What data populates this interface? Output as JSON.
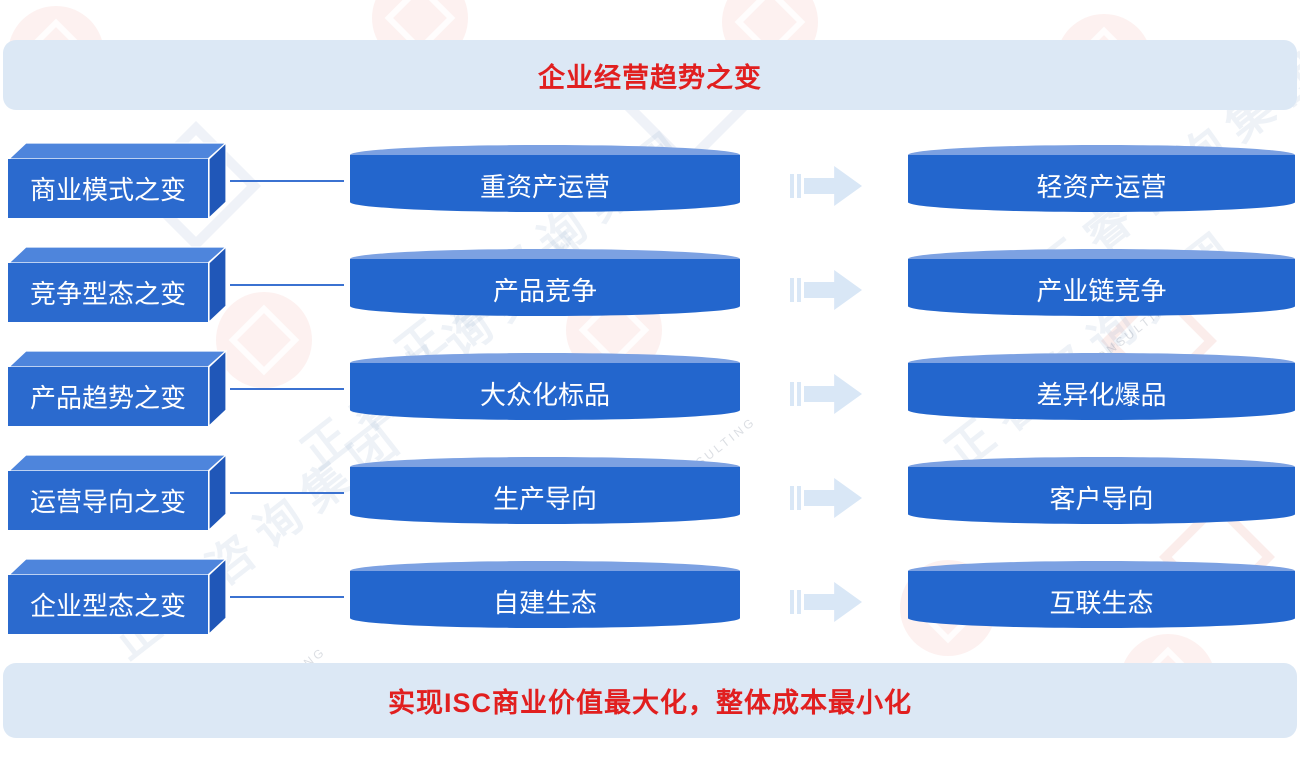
{
  "header": {
    "title": "企业经营趋势之变"
  },
  "footer": {
    "text": "实现ISC商业价值最大化，整体成本最小化"
  },
  "rows": [
    {
      "topic": "商业模式之变",
      "from": "重资产运营",
      "to": "轻资产运营"
    },
    {
      "topic": "竞争型态之变",
      "from": "产品竞争",
      "to": "产业链竞争"
    },
    {
      "topic": "产品趋势之变",
      "from": "大众化标品",
      "to": "差异化爆品"
    },
    {
      "topic": "运营导向之变",
      "from": "生产导向",
      "to": "客户导向"
    },
    {
      "topic": "企业型态之变",
      "from": "自建生态",
      "to": "互联生态"
    }
  ],
  "watermark": {
    "logo_text": "正睿咨询集团",
    "sub_text": "WE CONSULTING"
  },
  "colors": {
    "banner_bg": "#dce8f5",
    "title_red": "#e11f1f",
    "box_front": "#2b6ace",
    "box_top": "#4e85dc",
    "box_side": "#2057b8",
    "cylinder_top": "#7ca1e2",
    "cylinder_body": "#2366cd",
    "arrow_fill": "#d9e7f6",
    "connector": "#3b72d1"
  }
}
